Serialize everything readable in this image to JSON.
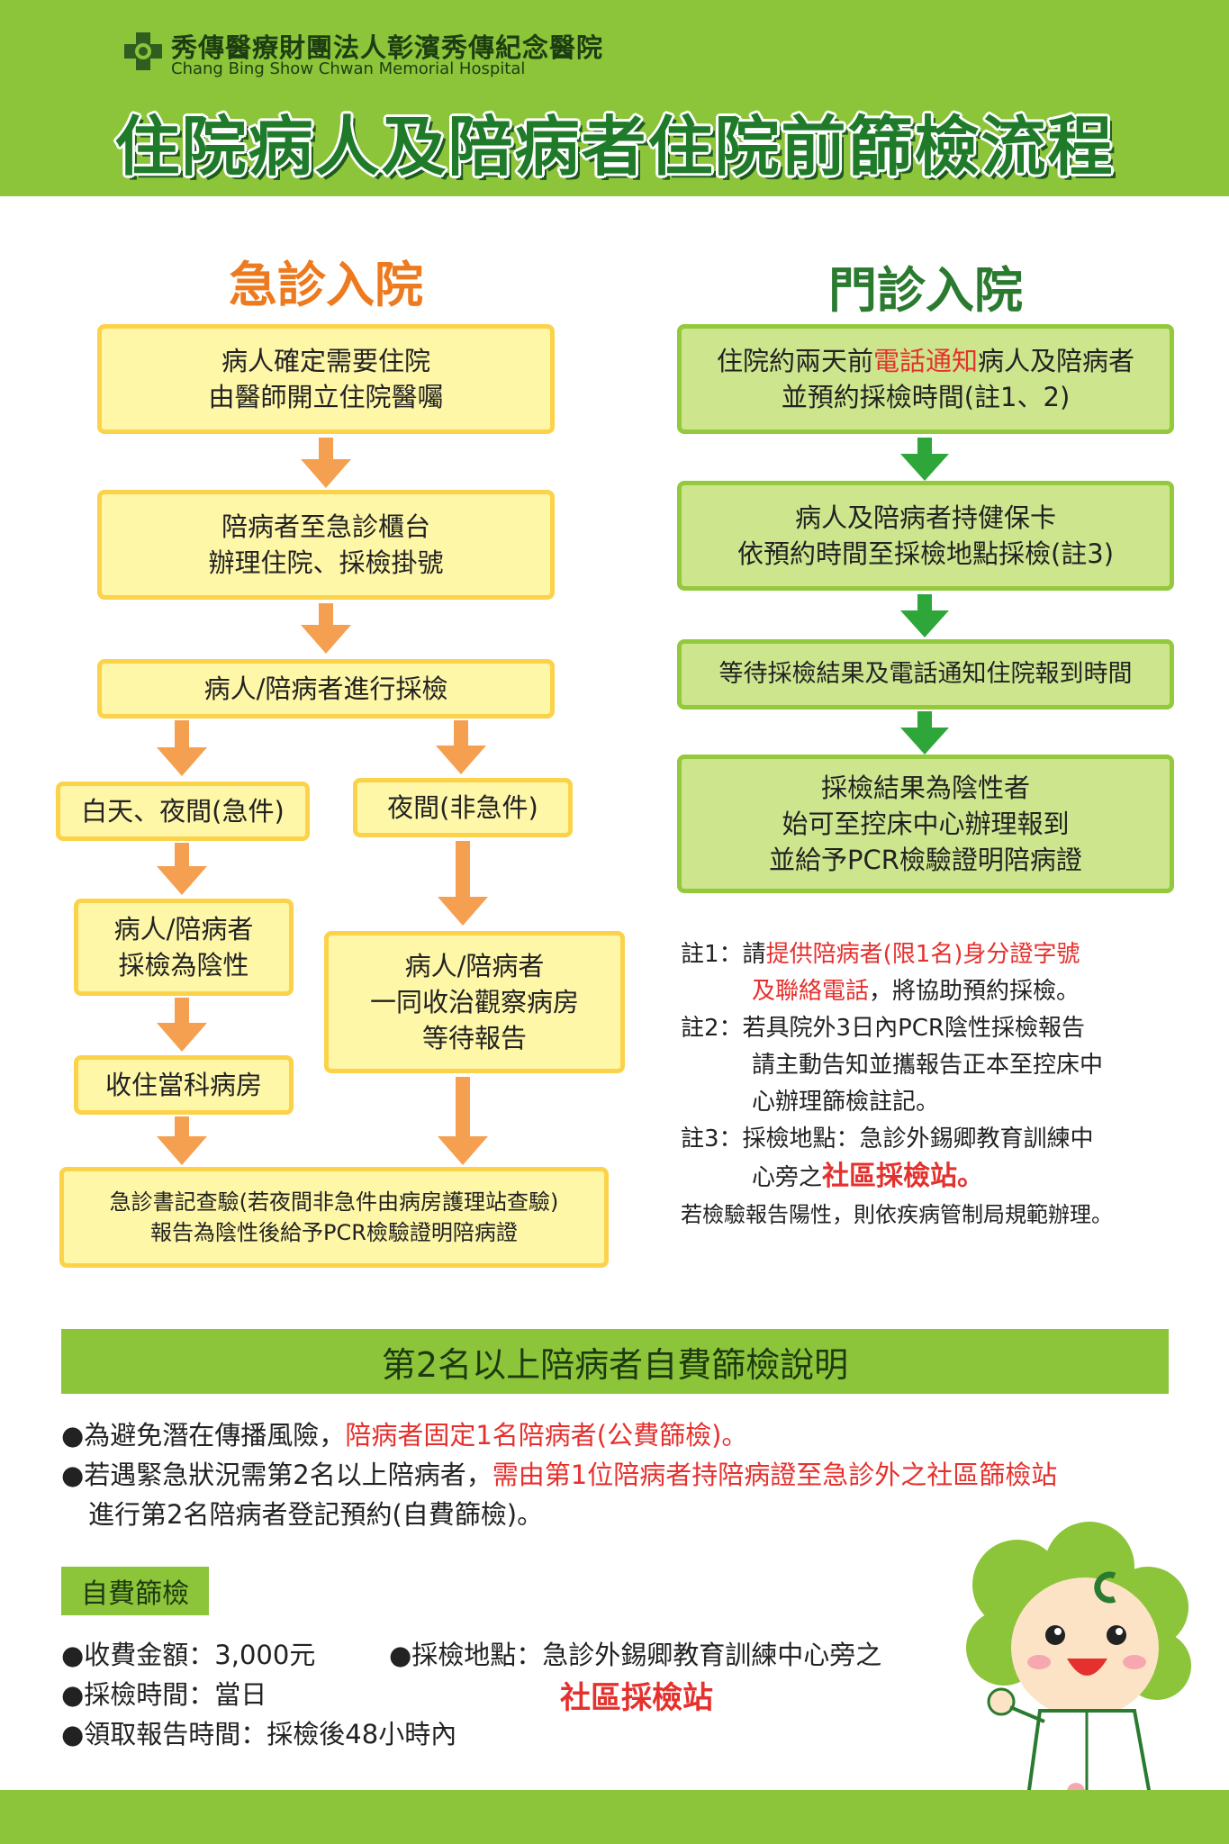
{
  "header": {
    "hospital_name_zh": "秀傳醫療財團法人彰濱秀傳紀念醫院",
    "hospital_name_en": "Chang Bing Show Chwan Memorial Hospital",
    "title": "住院病人及陪病者住院前篩檢流程",
    "logo_icon": "cross-logo-icon"
  },
  "colors": {
    "brand_green": "#8cc43a",
    "er_orange": "#ee7a1f",
    "op_green": "#2a7a2f",
    "alert_red": "#e5312e",
    "yellow_box": "#fff7a8",
    "green_box": "#cde68e"
  },
  "emergency": {
    "heading": "急診入院",
    "step1": "病人確定需要住院\n由醫師開立住院醫囑",
    "step2": "陪病者至急診櫃台\n辦理住院、採檢掛號",
    "step3": "病人/陪病者進行採檢",
    "day_branch": "白天、夜間(急件)",
    "night_branch": "夜間(非急件)",
    "day_negative": "病人/陪病者\n採檢為陰性",
    "day_ward": "收住當科病房",
    "night_ward": "病人/陪病者\n一同收治觀察病房\n等待報告",
    "final": "急診書記查驗(若夜間非急件由病房護理站查驗)\n報告為陰性後給予PCR檢驗證明陪病證"
  },
  "outpatient": {
    "heading": "門診入院",
    "step1_pre": "住院約兩天前",
    "step1_highlight": "電話通知",
    "step1_post": "病人及陪病者",
    "step1_line2": "並預約採檢時間(註1、2)",
    "step2": "病人及陪病者持健保卡\n依預約時間至採檢地點採檢(註3)",
    "step3": "等待採檢結果及電話通知住院報到時間",
    "step4": "採檢結果為陰性者\n始可至控床中心辦理報到\n並給予PCR檢驗證明陪病證"
  },
  "notes": {
    "n1_label": "註1：",
    "n1_pre": "請",
    "n1_red1": "提供陪病者(限1名)身分證字號",
    "n1_red2": "及聯絡電話",
    "n1_post": "，將協助預約採檢。",
    "n2_label": "註2：",
    "n2_line1": "若具院外3日內PCR陰性採檢報告",
    "n2_line2": "請主動告知並攜報告正本至控床中",
    "n2_line3": "心辦理篩檢註記。",
    "n3_label": "註3：",
    "n3_line1": "採檢地點：急診外錫卿教育訓練中",
    "n3_line2_pre": "心旁之",
    "n3_line2_red": "社區採檢站。",
    "positive": "若檢驗報告陽性，則依疾病管制局規範辦理。"
  },
  "selfpay": {
    "band_title": "第2名以上陪病者自費篩檢說明",
    "b1_pre": "●為避免潛在傳播風險，",
    "b1_red": "陪病者固定1名陪病者(公費篩檢)。",
    "b2_pre": "●若遇緊急狀況需第2名以上陪病者，",
    "b2_red": "需由第1位陪病者持陪病證至急診外之社區篩檢站",
    "b2_red2": "進行第2名陪病者登記預約(自費篩檢)。",
    "tag": "自費篩檢",
    "fee": "●收費金額：3,000元",
    "time": "●採檢時間：當日",
    "report": "●領取報告時間：採檢後48小時內",
    "location": "●採檢地點：急診外錫卿教育訓練中心旁之",
    "location_red": "社區採檢站"
  },
  "mascot": {
    "icon": "clover-mascot-icon",
    "badge": "C"
  }
}
